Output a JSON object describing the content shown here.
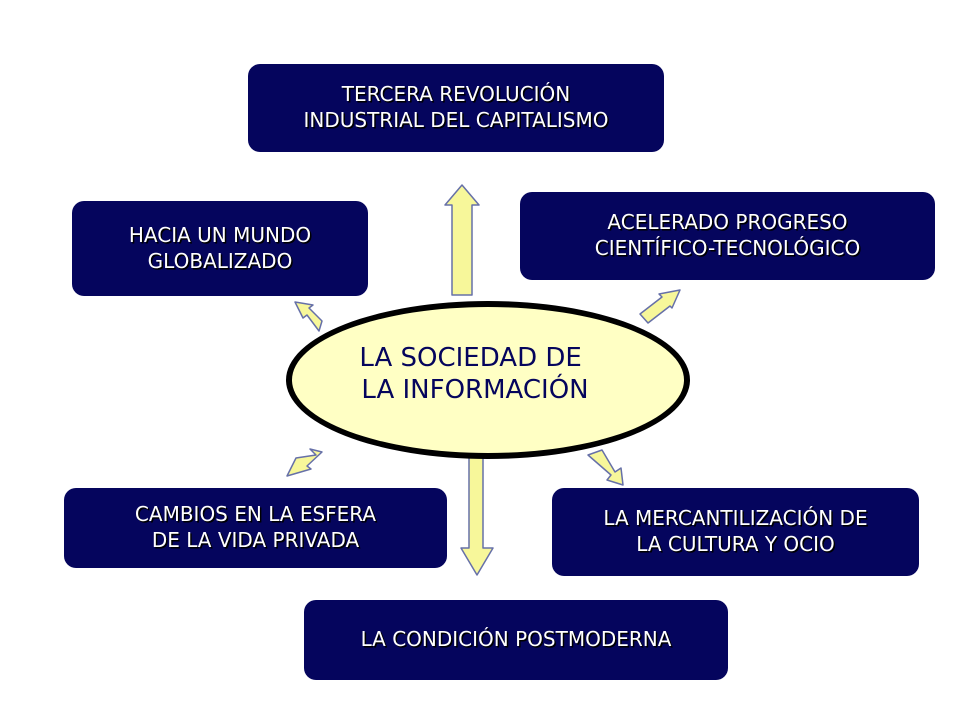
{
  "center": {
    "lines": [
      "LA SOCIEDAD DE",
      "LA INFORMACIÓN"
    ]
  },
  "boxes": {
    "top": {
      "lines": [
        "TERCERA REVOLUCIÓN",
        "INDUSTRIAL DEL CAPITALISMO"
      ]
    },
    "ul": {
      "lines": [
        "HACIA UN MUNDO",
        "GLOBALIZADO"
      ]
    },
    "ur": {
      "lines": [
        "ACELERADO PROGRESO",
        "CIENTÍFICO-TECNOLÓGICO"
      ]
    },
    "ll": {
      "lines": [
        "CAMBIOS EN LA ESFERA",
        "DE LA VIDA PRIVADA"
      ]
    },
    "lr": {
      "lines": [
        "LA MERCANTILIZACIÓN DE",
        "LA CULTURA Y OCIO"
      ]
    },
    "bottom": {
      "lines": [
        "LA CONDICIÓN POSTMODERNA"
      ]
    }
  },
  "colors": {
    "box_fill": "#05055d",
    "ellipse_fill": "#ffffc4",
    "arrow_fill": "#f7f79a",
    "arrow_stroke": "#6670a8"
  }
}
